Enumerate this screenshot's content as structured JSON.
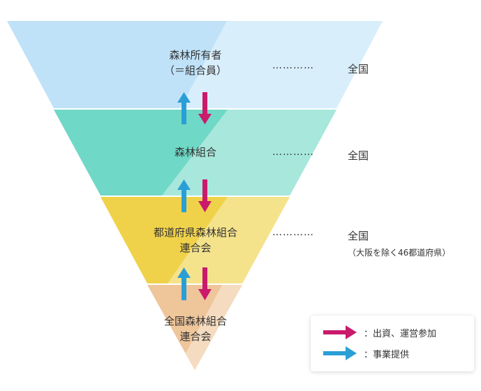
{
  "levels": [
    {
      "name_line1": "森林所有者",
      "name_line2": "（＝組合員）",
      "dots": "…………",
      "scope": "全国",
      "scope_note": ""
    },
    {
      "name_line1": "森林組合",
      "name_line2": "",
      "dots": "…………",
      "scope": "全国",
      "scope_note": ""
    },
    {
      "name_line1": "都道府県森林組合",
      "name_line2": "連合会",
      "dots": "…………",
      "scope": "全国",
      "scope_note": "（大阪を除く46都道府県）"
    },
    {
      "name_line1": "全国森林組合",
      "name_line2": "連合会",
      "dots": "",
      "scope": "",
      "scope_note": ""
    }
  ],
  "legend": {
    "investment_label": "：出資、運営参加",
    "service_label": "：事業提供"
  },
  "colors": {
    "level1": "#bfe2f8",
    "level1_light": "#d8eefb",
    "level2": "#6fd8c6",
    "level2_light": "#a7e7dc",
    "level3": "#f0d24a",
    "level3_light": "#f5e38c",
    "level4": "#efc59a",
    "level4_light": "#f5dcc0",
    "up_arrow": "#2a9fd6",
    "down_arrow": "#c91a6c"
  }
}
